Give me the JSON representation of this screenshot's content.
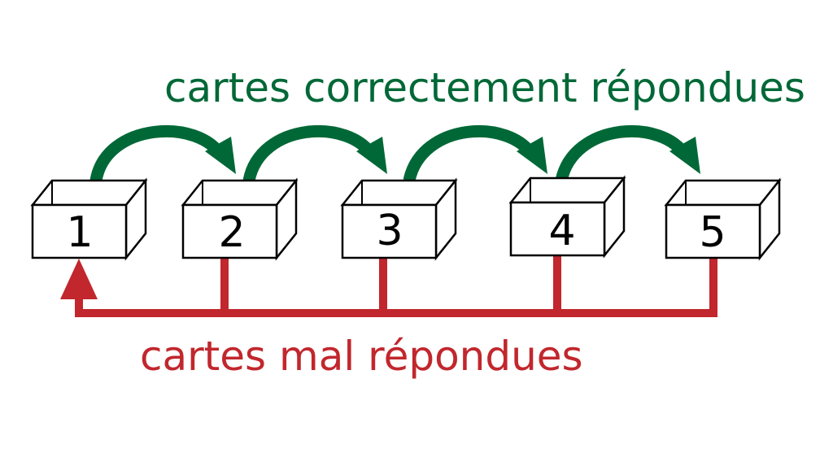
{
  "labels": {
    "correct": "cartes correctement répondues",
    "wrong": "cartes mal répondues"
  },
  "boxes": [
    {
      "number": "1"
    },
    {
      "number": "2"
    },
    {
      "number": "3"
    },
    {
      "number": "4"
    },
    {
      "number": "5"
    }
  ],
  "colors": {
    "correct": "#006837",
    "wrong": "#c1272d",
    "outline": "#000000"
  }
}
